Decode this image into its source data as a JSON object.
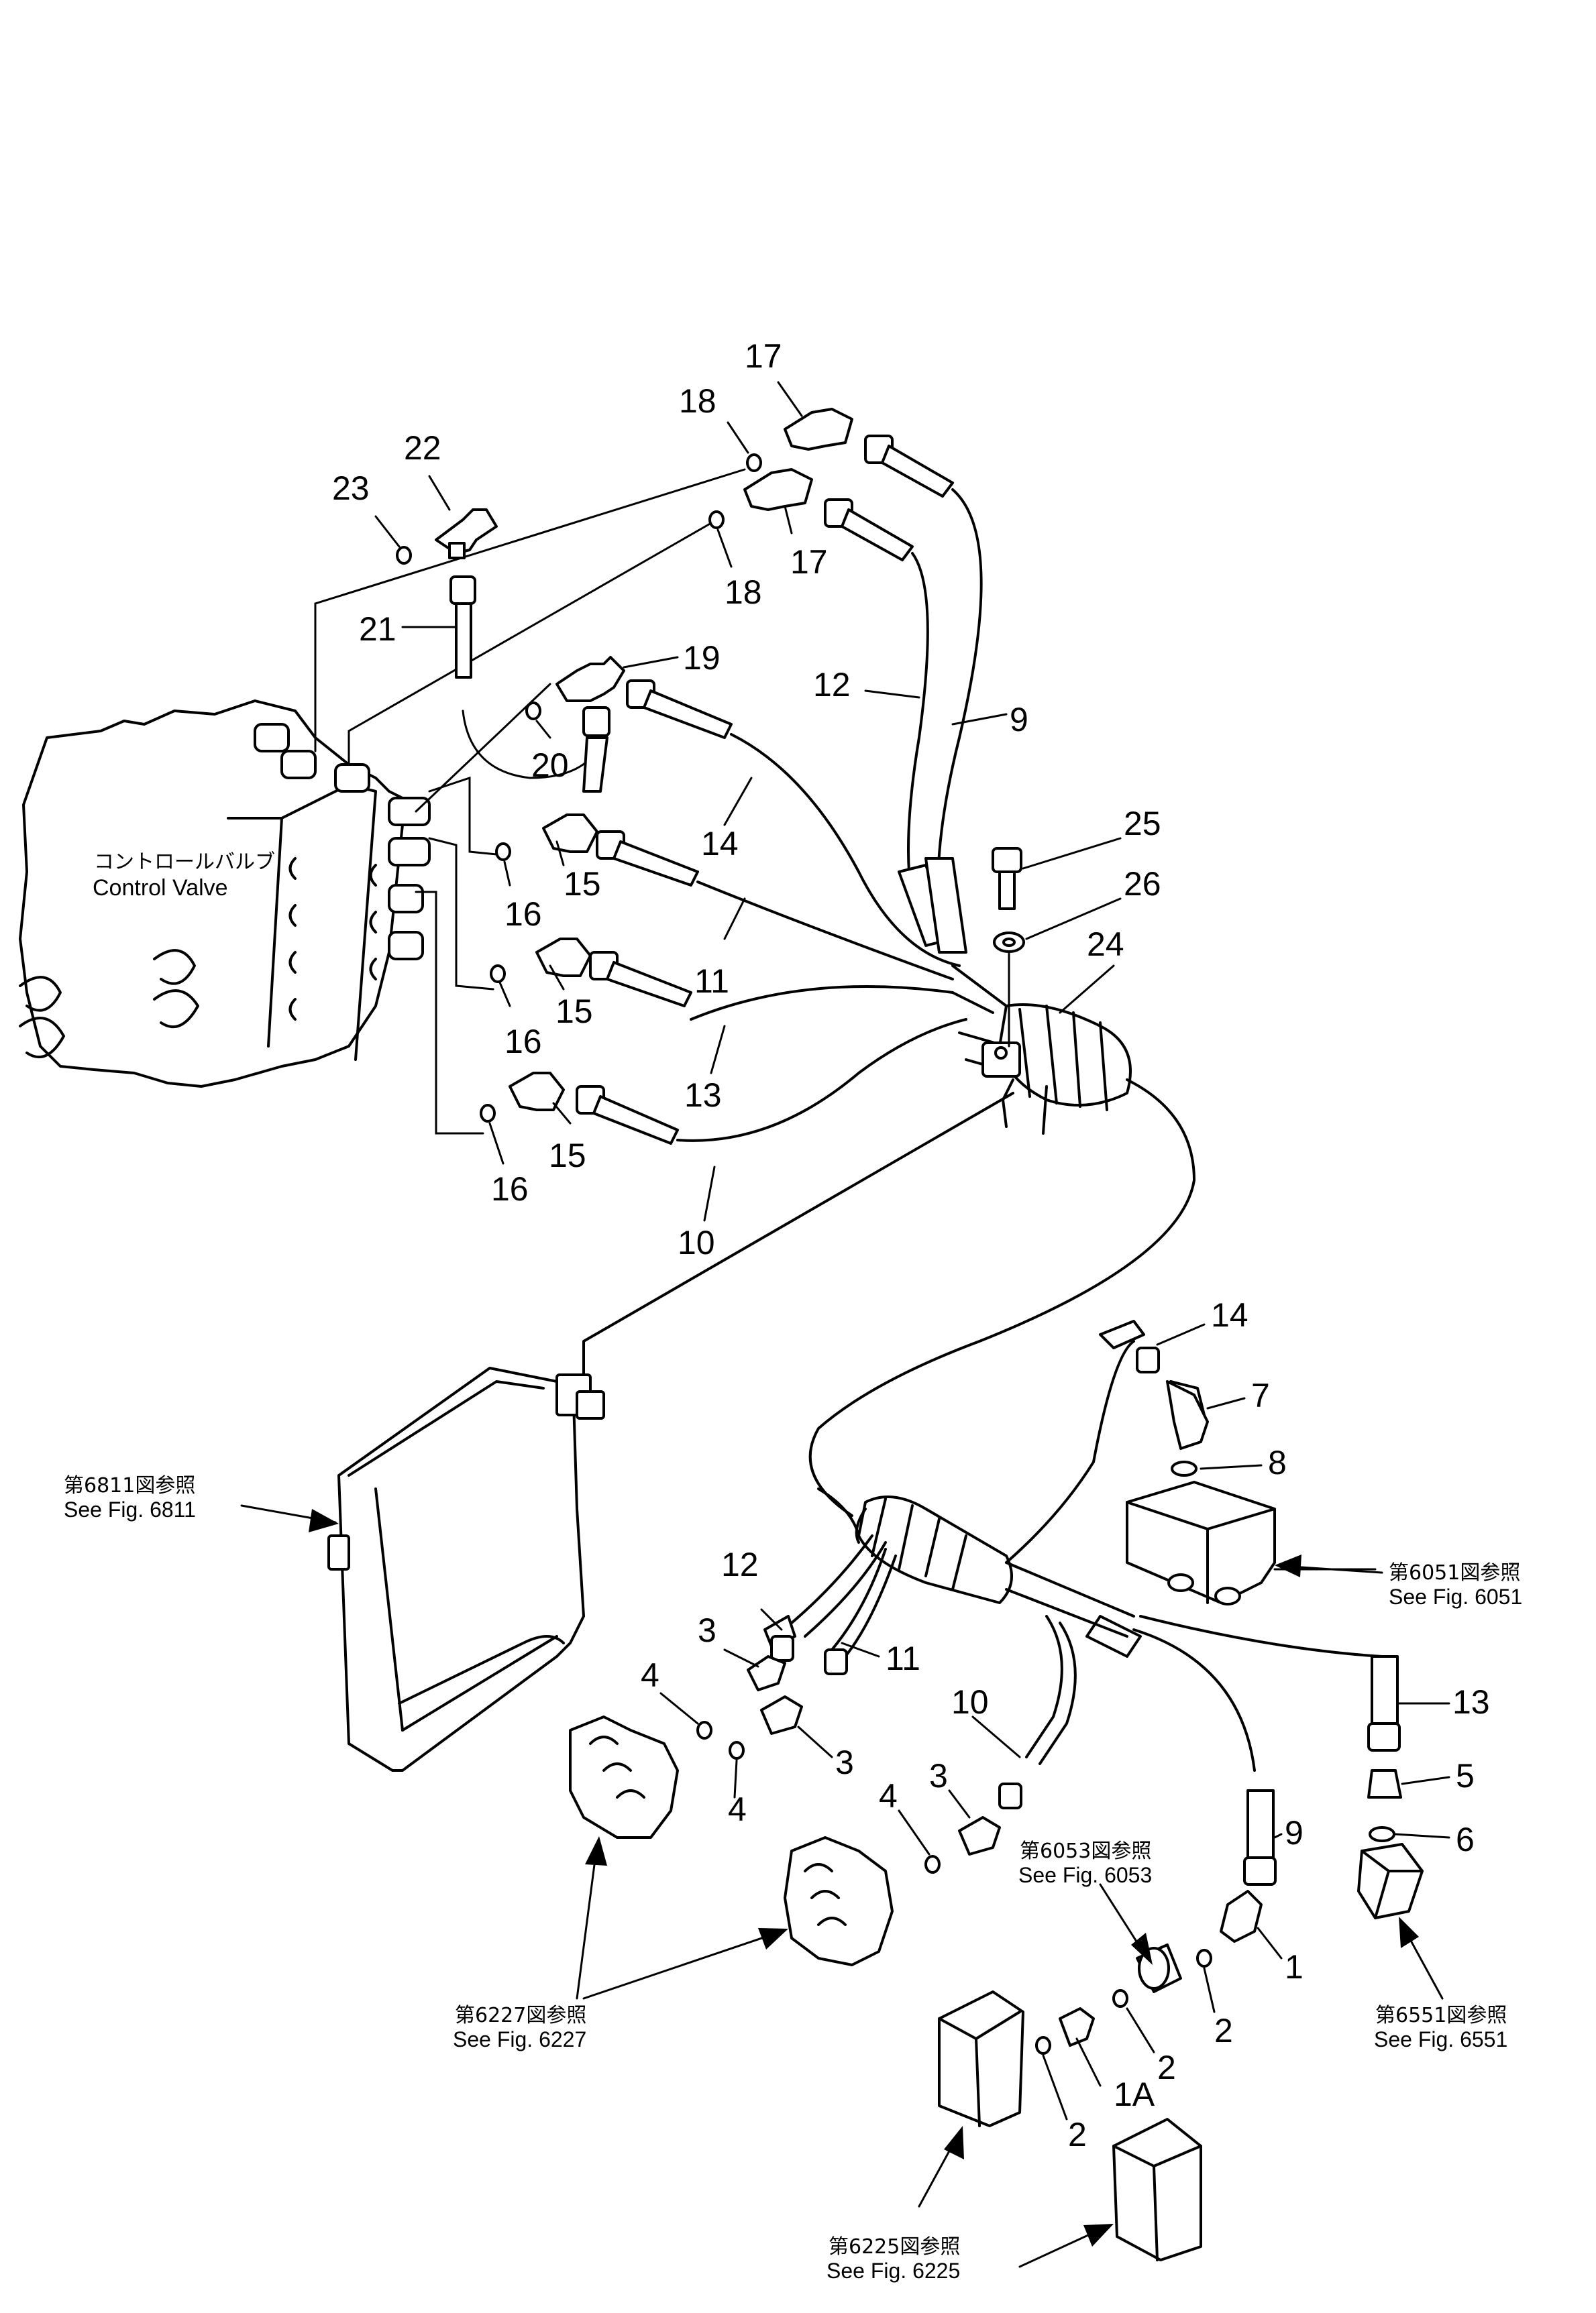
{
  "control_valve": {
    "label_jp": "コントロールバルブ",
    "label_en": "Control Valve"
  },
  "references": {
    "fig6811": {
      "jp": "第6811図参照",
      "en": "See  Fig. 6811"
    },
    "fig6051": {
      "jp": "第6051図参照",
      "en": "See  Fig. 6051"
    },
    "fig6053": {
      "jp": "第6053図参照",
      "en": "See  Fig. 6053"
    },
    "fig6227": {
      "jp": "第6227図参照",
      "en": "See  Fig. 6227"
    },
    "fig6551": {
      "jp": "第6551図参照",
      "en": "See  Fig. 6551"
    },
    "fig6225": {
      "jp": "第6225図参照",
      "en": "See  Fig. 6225"
    }
  },
  "part_numbers": {
    "p1": "1",
    "p1a": "1A",
    "p2": "2",
    "p3": "3",
    "p4": "4",
    "p5": "5",
    "p6": "6",
    "p7": "7",
    "p8": "8",
    "p9": "9",
    "p10": "10",
    "p11": "11",
    "p12": "12",
    "p13": "13",
    "p14": "14",
    "p15": "15",
    "p16": "16",
    "p17": "17",
    "p18": "18",
    "p19": "19",
    "p20": "20",
    "p21": "21",
    "p22": "22",
    "p23": "23",
    "p24": "24",
    "p25": "25",
    "p26": "26"
  }
}
